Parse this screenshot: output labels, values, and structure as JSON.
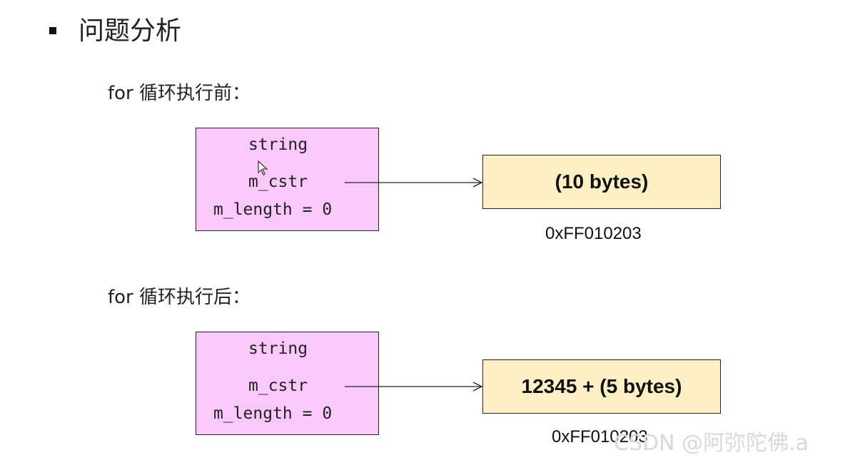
{
  "heading": "问题分析",
  "sections": [
    {
      "label": "for 循环执行前：",
      "struct": {
        "type_name": "string",
        "pointer_field": "m_cstr",
        "length_field": "m_length = 0"
      },
      "buffer": {
        "content": "(10 bytes)",
        "address": "0xFF010203"
      }
    },
    {
      "label": "for 循环执行后：",
      "struct": {
        "type_name": "string",
        "pointer_field": "m_cstr",
        "length_field": "m_length = 0"
      },
      "buffer": {
        "content": "12345 + (5 bytes)",
        "address": "0xFF010203"
      }
    }
  ],
  "watermark": "CSDN @阿弥陀佛.a",
  "colors": {
    "struct_fill": "#fbc8fb",
    "buffer_fill": "#fdf0c4",
    "stroke": "#222222"
  },
  "icons": {
    "bullet": "square-bullet-icon",
    "cursor": "mouse-pointer-icon"
  }
}
